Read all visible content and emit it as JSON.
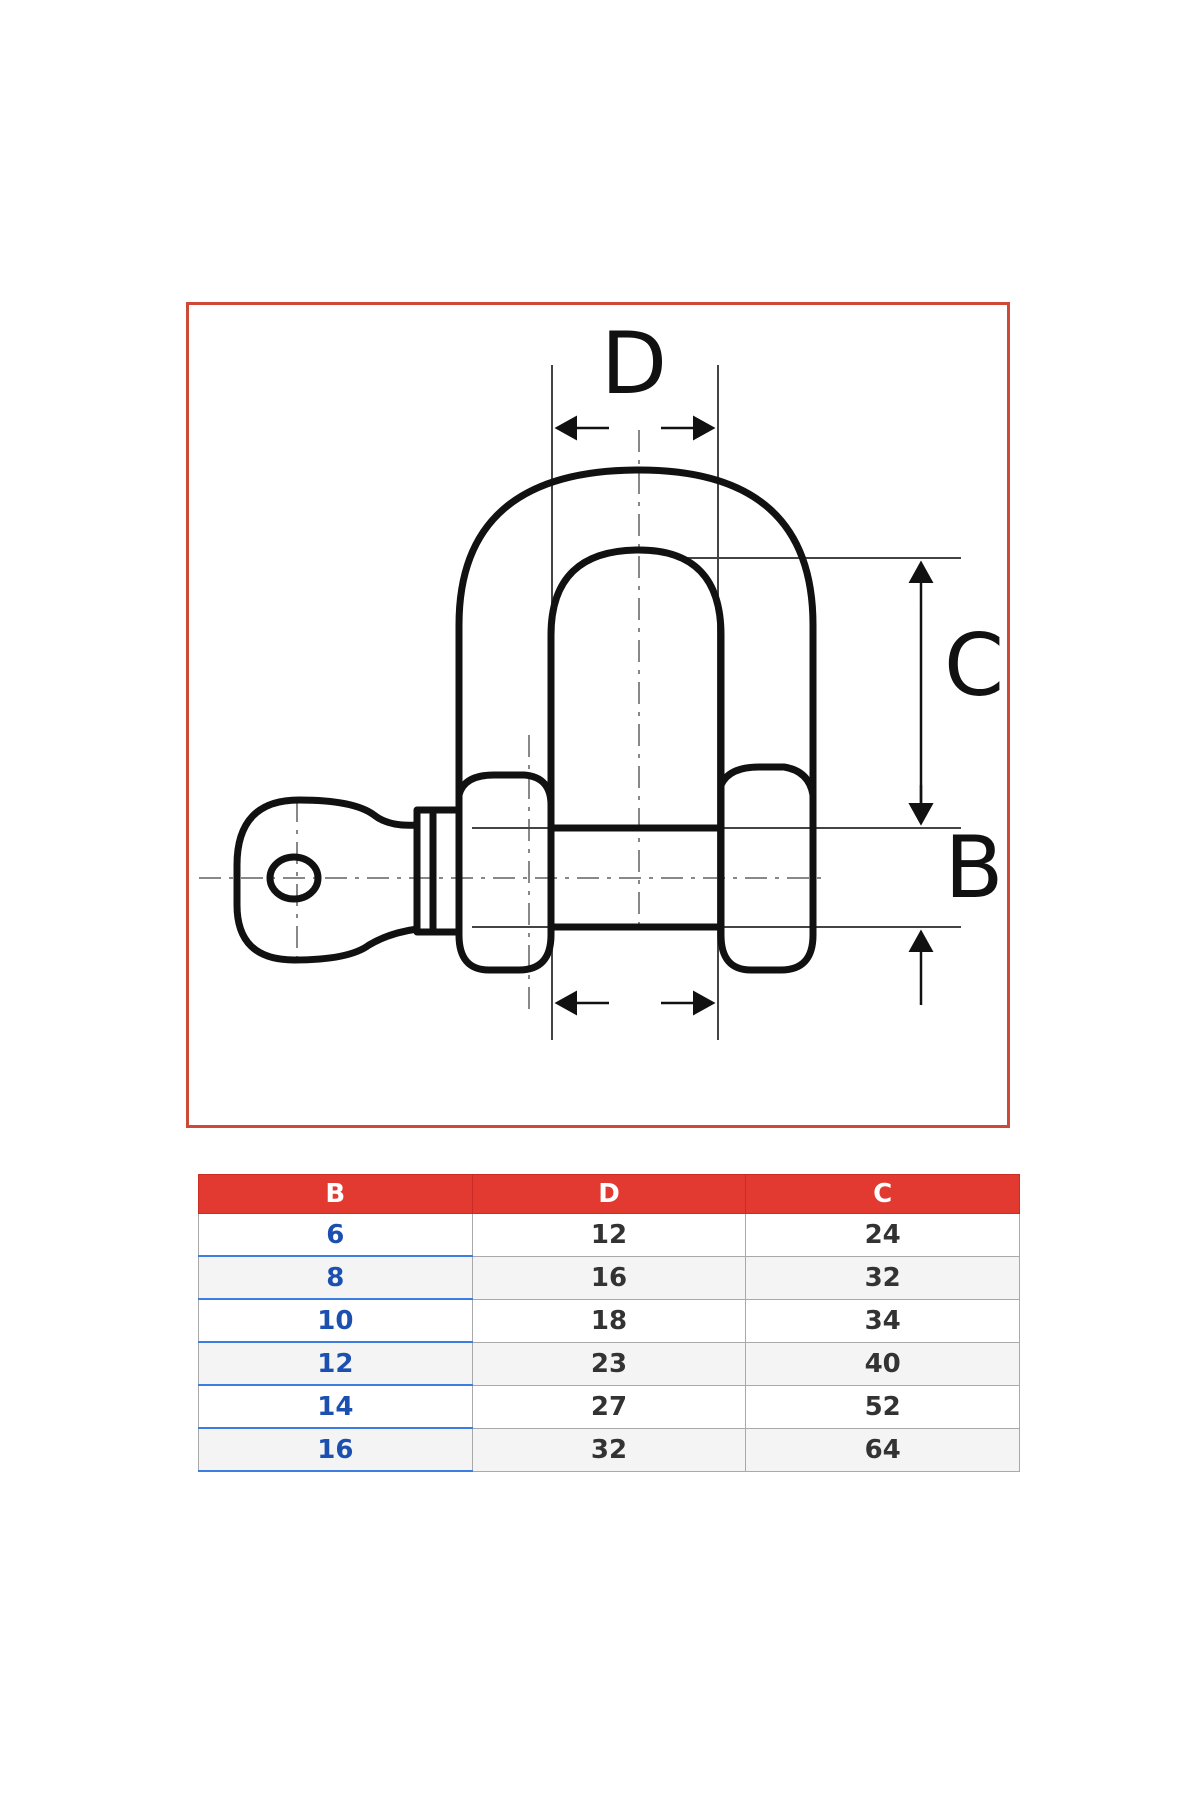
{
  "diagram": {
    "labels": {
      "d": "D",
      "c": "C",
      "b": "B"
    },
    "frame_color": "#cc4a36"
  },
  "table": {
    "headers": [
      "B",
      "D",
      "C"
    ],
    "rows": [
      [
        "6",
        "12",
        "24"
      ],
      [
        "8",
        "16",
        "32"
      ],
      [
        "10",
        "18",
        "34"
      ],
      [
        "12",
        "23",
        "40"
      ],
      [
        "14",
        "27",
        "52"
      ],
      [
        "16",
        "32",
        "64"
      ]
    ],
    "colors": {
      "header_bg": "#e23a31",
      "header_text": "#ffffff",
      "b_column_text": "#1b4fb0",
      "cell_text": "#333333"
    }
  }
}
